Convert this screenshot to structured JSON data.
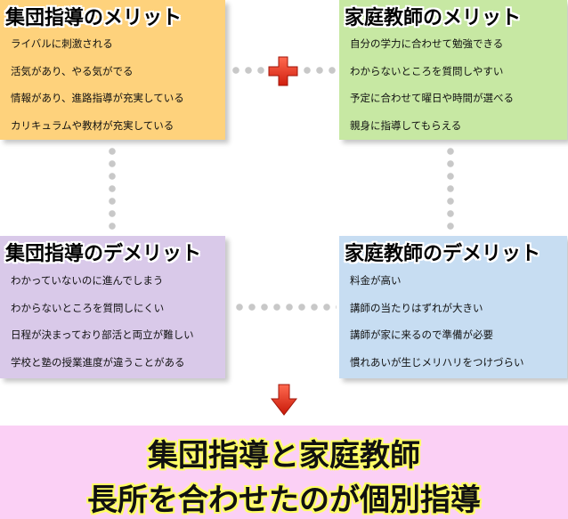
{
  "group_merit": {
    "title": "集団指導のメリット",
    "items": [
      "ライバルに刺激される",
      "活気があり、やる気がでる",
      "情報があり、進路指導が充実している",
      "カリキュラムや教材が充実している"
    ]
  },
  "tutor_merit": {
    "title": "家庭教師のメリット",
    "items": [
      "自分の学力に合わせて勉強できる",
      "わからないところを質問しやすい",
      "予定に合わせて曜日や時間が選べる",
      "親身に指導してもらえる"
    ]
  },
  "group_demerit": {
    "title": "集団指導のデメリット",
    "items": [
      "わかっていないのに進んでしまう",
      "わからないところを質問しにくい",
      "日程が決まっており部活と両立が難しい",
      "学校と塾の授業進度が違うことがある"
    ]
  },
  "tutor_demerit": {
    "title": "家庭教師のデメリット",
    "items": [
      "料金が高い",
      "講師の当たりはずれが大きい",
      "講師が家に来るので準備が必要",
      "慣れあいが生じメリハリをつけづらい"
    ]
  },
  "conclusion": {
    "line1": "集団指導と家庭教師",
    "line2": "長所を合わせたのが個別指導"
  },
  "colors": {
    "group_merit_bg": "#fed27c",
    "tutor_merit_bg": "#c7e8a3",
    "group_demerit_bg": "#d9c9e9",
    "tutor_demerit_bg": "#c7ddf2",
    "conclusion_bg": "#fbd0f5",
    "accent_red": "#e8301c"
  },
  "icons": [
    "plus-icon",
    "down-arrow-icon"
  ]
}
